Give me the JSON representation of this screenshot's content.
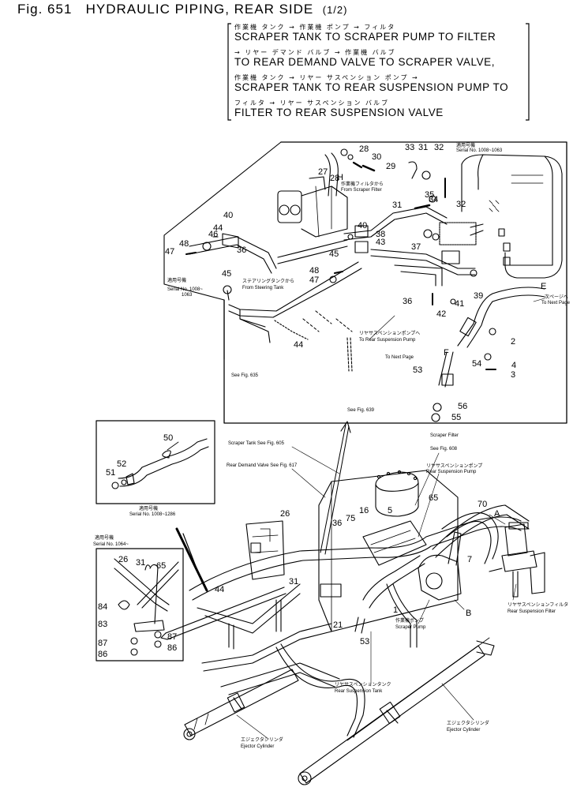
{
  "title": {
    "prefix": "Fig. 651",
    "main": "HYDRAULIC PIPING, REAR SIDE",
    "fraction": "(1/2)"
  },
  "description": {
    "jp": [
      "作業機 タンク → 作業機 ポンプ → フィルタ",
      "→ リヤー デマンド バルブ → 作業機 バルブ",
      "作業機 タンク → リヤー サスペンション ポンプ →",
      "フィルタ → リヤー サスペンション バルブ"
    ],
    "en": [
      "SCRAPER TANK TO SCRAPER PUMP TO FILTER",
      "TO REAR DEMAND VALVE TO SCRAPER VALVE,",
      "SCRAPER TANK TO REAR SUSPENSION PUMP TO",
      "FILTER TO REAR SUSPENSION VALVE"
    ]
  },
  "part_numbers": {
    "p1": "1",
    "p2": "2",
    "p3": "3",
    "p4": "4",
    "p5": "5",
    "p7": "7",
    "p21": "21",
    "p26": "26",
    "p26b": "26",
    "p27": "27",
    "p28a": "28",
    "p28b": "28",
    "p29": "29",
    "p30": "30",
    "p31a": "31",
    "p31b": "31",
    "p31c": "31",
    "p31d": "31",
    "p32a": "32",
    "p32b": "32",
    "p33": "33",
    "p34": "34",
    "p35": "35",
    "p36a": "36",
    "p36b": "36",
    "p36c": "36",
    "p37": "37",
    "p38": "38",
    "p39": "39",
    "p40a": "40",
    "p40b": "40",
    "p41": "41",
    "p42": "42",
    "p43": "43",
    "p44a": "44",
    "p44b": "44",
    "p44c": "44",
    "p45a": "45",
    "p45b": "45",
    "p46": "46",
    "p47a": "47",
    "p47b": "47",
    "p48a": "48",
    "p48b": "48",
    "p50": "50",
    "p51": "51",
    "p52": "52",
    "p53a": "53",
    "p53b": "53",
    "p54": "54",
    "p55": "55",
    "p56": "56",
    "p65a": "65",
    "p65b": "65",
    "p70": "70",
    "p75": "75",
    "p83": "83",
    "p84": "84",
    "p86a": "86",
    "p86b": "86",
    "p87a": "87",
    "p87b": "87",
    "p16": "16"
  },
  "callouts": {
    "serial_main_jp": "適用号機",
    "serial_main": "Serial No. 1008~1063",
    "serial_left": "Serial No. 1008~",
    "serial_left2": "1063",
    "serial_inset1": "Serial No. 1008~1286",
    "serial_inset2": "Serial No. 1064~",
    "from_scraper_filter": "From Scraper Filter",
    "from_scraper_filter_jp": "作業機フィルタから",
    "from_steering_tank": "From Steering Tank",
    "from_steering_tank_jp": "ステアリングタンクから",
    "to_next_page_e": "To Next Page",
    "to_next_page_e_jp": "次ページへ",
    "to_rear_susp_pump": "To Rear Suspension Pump",
    "to_rear_susp_pump_jp": "リヤサスペンションポンプへ",
    "to_next_page2": "To Next Page",
    "see_fig_635": "See Fig. 635",
    "see_fig_639": "See Fig. 639",
    "scraper_tank_see": "Scraper Tank See Fig. 605",
    "rear_demand_valve_see": "Rear Demand Valve See Fig. 617",
    "scraper_filter": "Scraper Filter",
    "see_fig_608": "See Fig. 608",
    "rear_susp_pump": "Rear Suspension Pump",
    "rear_susp_pump_jp": "リヤサスペンションポンプ",
    "scraper_pump": "Scraper Pump",
    "scraper_pump_jp": "作業機ポンプ",
    "rear_susp_tank": "Rear Suspension Tank",
    "rear_susp_tank_jp": "リヤサスペンションタンク",
    "rear_susp_filter": "Rear Suspension Filter",
    "rear_susp_filter_jp": "リヤサスペンションフィルタ",
    "ejector_cyl1": "Ejector Cylinder",
    "ejector_cyl2": "Ejector Cylinder",
    "ejector_jp": "エジェクタシリンダ",
    "letter_a": "A",
    "letter_b": "B",
    "letter_e": "E",
    "letter_f": "F",
    "letter_h": "H"
  }
}
